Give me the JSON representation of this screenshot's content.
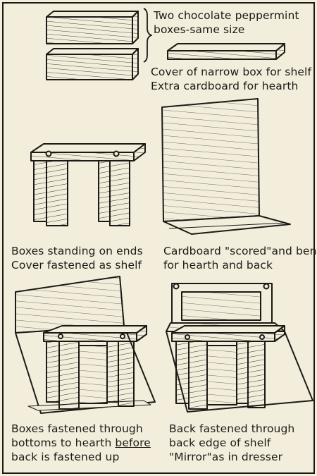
{
  "step1": {
    "brace_label_line1": "Two chocolate peppermint",
    "brace_label_line2": "boxes-same size",
    "shelf_label_line1": "Cover of narrow box for shelf",
    "shelf_label_line2": "Extra cardboard for hearth"
  },
  "step2": {
    "caption_line1": "Boxes standing on ends",
    "caption_line2": "Cover fastened as shelf"
  },
  "step3": {
    "caption_line1_a": "Cardboard ",
    "caption_line1_b": "\"scored\"",
    "caption_line1_c": "and bent",
    "caption_line2": "for hearth and back"
  },
  "step4": {
    "caption_line1": "Boxes fastened through",
    "caption_line2_a": "bottoms to hearth ",
    "caption_line2_b": "before",
    "caption_line3": "back is fastened up"
  },
  "step5": {
    "caption_line1": "Back fastened through",
    "caption_line2": "back edge of shelf",
    "caption_line3": "\"Mirror\"as in dresser"
  }
}
